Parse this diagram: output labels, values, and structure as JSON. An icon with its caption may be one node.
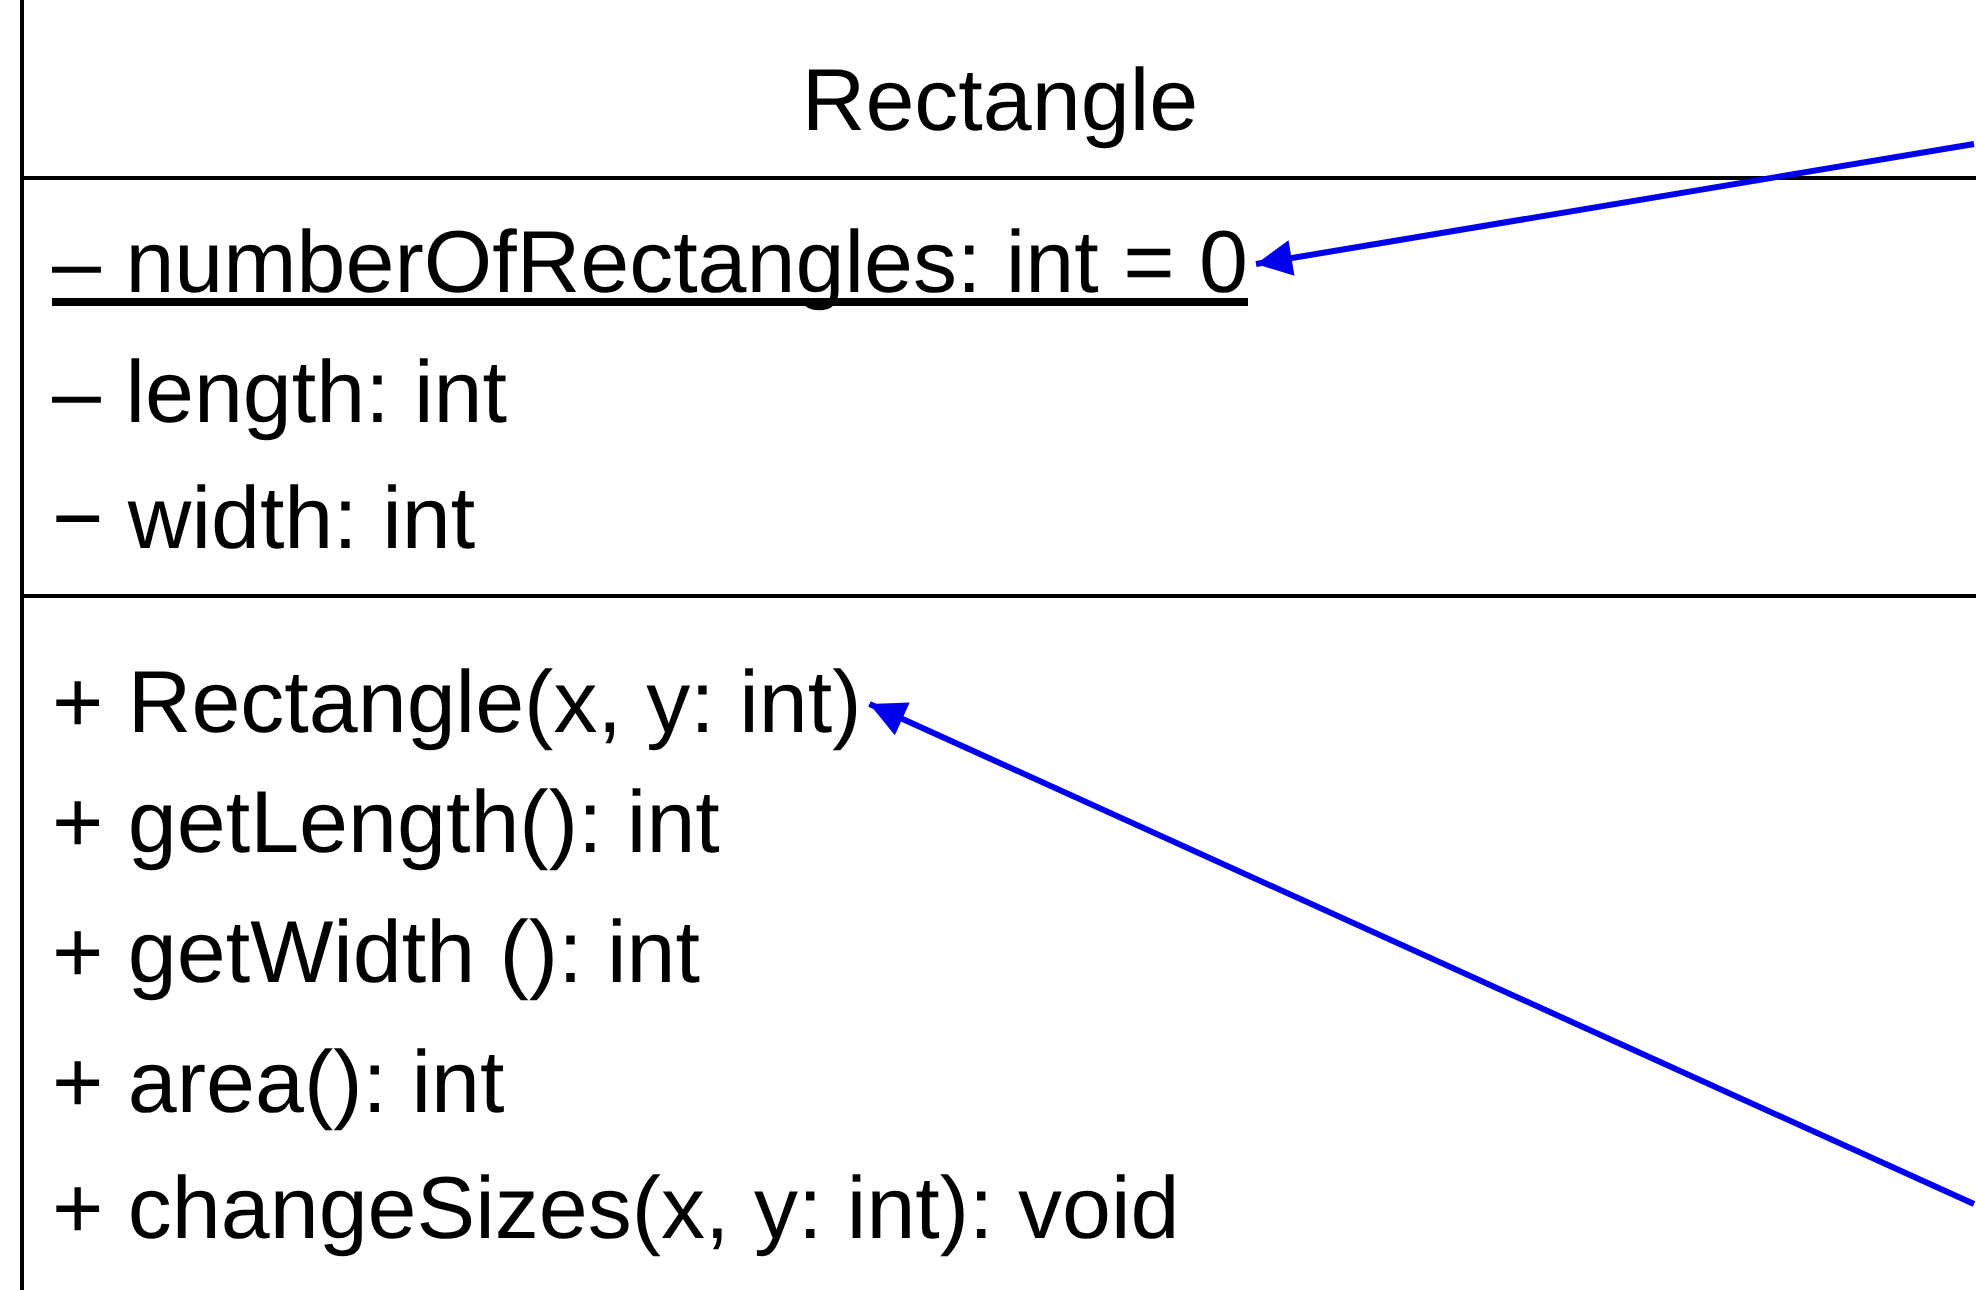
{
  "diagram": {
    "nodes": [
      {
        "text": [
          "Rectangle"
        ]
      },
      {
        "text": [],
        "shape": "box",
        "in": 0
      },
      {
        "text": [
          "– numberOfRectangles: int = 0"
        ],
        "in": 1
      },
      {
        "text": [
          "– length: int"
        ],
        "in": 1
      },
      {
        "text": [
          "− width: int"
        ],
        "in": 1
      },
      {
        "text": [],
        "shape": "box",
        "in": 0
      },
      {
        "text": [
          "+ Rectangle(x, y: int)"
        ],
        "in": 5
      },
      {
        "text": [
          "+ getLength(): int"
        ],
        "in": 5
      },
      {
        "text": [
          "+ getWidth (): int"
        ],
        "in": 5
      },
      {
        "text": [
          "+ area(): int"
        ],
        "in": 5
      },
      {
        "text": [
          "+ changeSizes(x, y: int): void"
        ],
        "in": 5
      }
    ],
    "edges": [
      {
        "from": null,
        "to": 2,
        "arrow": "to"
      },
      {
        "from": null,
        "to": 6,
        "arrow": "to"
      }
    ]
  }
}
